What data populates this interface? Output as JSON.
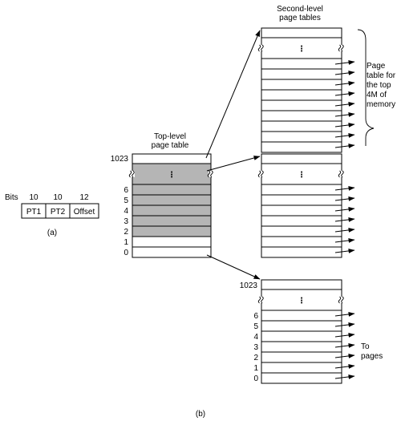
{
  "part_a": {
    "bits_label": "Bits",
    "widths": [
      "10",
      "10",
      "12"
    ],
    "fields": [
      "PT1",
      "PT2",
      "Offset"
    ],
    "caption": "(a)"
  },
  "top_level": {
    "title_line1": "Top-level",
    "title_line2": "page table",
    "top_index": "1023",
    "indices": [
      "6",
      "5",
      "4",
      "3",
      "2",
      "1",
      "0"
    ]
  },
  "second_level": {
    "title_line1": "Second-level",
    "title_line2": "page tables"
  },
  "bottom_table": {
    "top_index": "1023",
    "indices": [
      "6",
      "5",
      "4",
      "3",
      "2",
      "1",
      "0"
    ]
  },
  "brace_note": [
    "Page",
    "table for",
    "the top",
    "4M of",
    "memory"
  ],
  "to_pages": [
    "To",
    "pages"
  ],
  "ellipsis_glyph": "⋮",
  "caption_b": "(b)",
  "colors": {
    "shaded": "#b5b5b5",
    "line": "#000000",
    "background": "#ffffff"
  }
}
